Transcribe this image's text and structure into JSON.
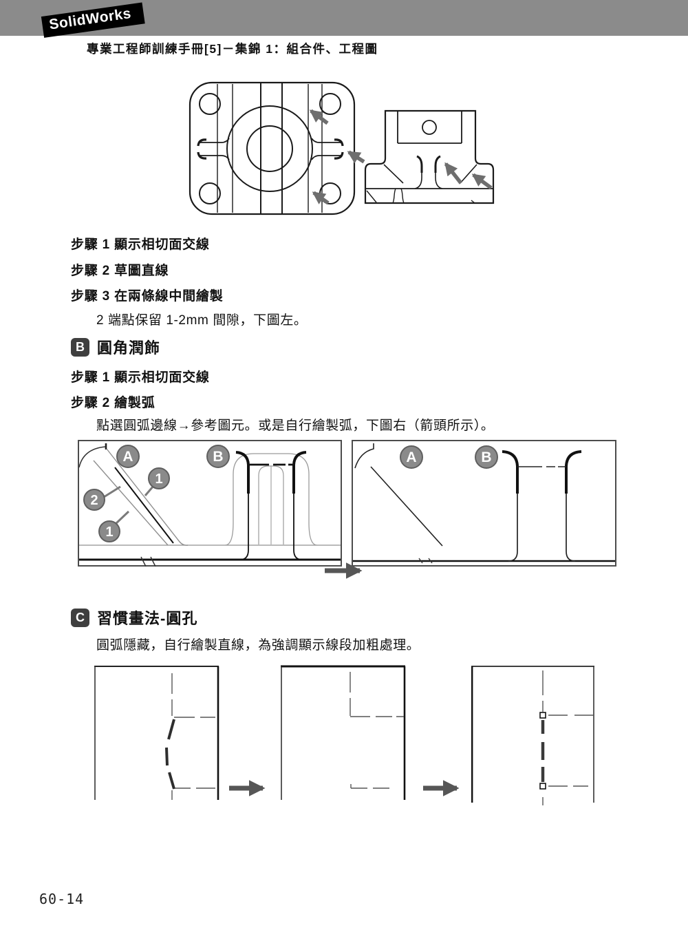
{
  "header": {
    "brand": "SolidWorks",
    "title": "專業工程師訓練手冊[5]－集錦 1：組合件、工程圖"
  },
  "steps_a": {
    "step1": "步驟 1 顯示相切面交線",
    "step2": "步驟 2 草圖直線",
    "step3": "步驟 3 在兩條線中間繪製",
    "note": "2 端點保留 1-2mm 間隙，下圖左。"
  },
  "section_b": {
    "badge": "B",
    "title": "圓角潤飾",
    "step1": "步驟 1 顯示相切面交線",
    "step2": "步驟 2 繪製弧",
    "note": "點選圓弧邊線→參考圖元。或是自行繪製弧，下圖右（箭頭所示）。"
  },
  "section_c": {
    "badge": "C",
    "title": "習慣畫法-圓孔",
    "note": "圓弧隱藏，自行繪製直線，為強調顯示線段加粗處理。"
  },
  "figure_b_left": {
    "balloon_a": "A",
    "balloon_b": "B",
    "balloon_1a": "1",
    "balloon_2": "2",
    "balloon_1b": "1"
  },
  "figure_b_right": {
    "balloon_a": "A",
    "balloon_b": "B"
  },
  "footer": {
    "page_number": "60-14"
  },
  "colors": {
    "header_bar": "#8b8b8b",
    "badge_bg": "#3f3f3f",
    "balloon_fill": "#8a8a8a",
    "arrow_gray": "#6e6e6e",
    "line_dark": "#1a1a1a",
    "line_light": "#999999"
  }
}
